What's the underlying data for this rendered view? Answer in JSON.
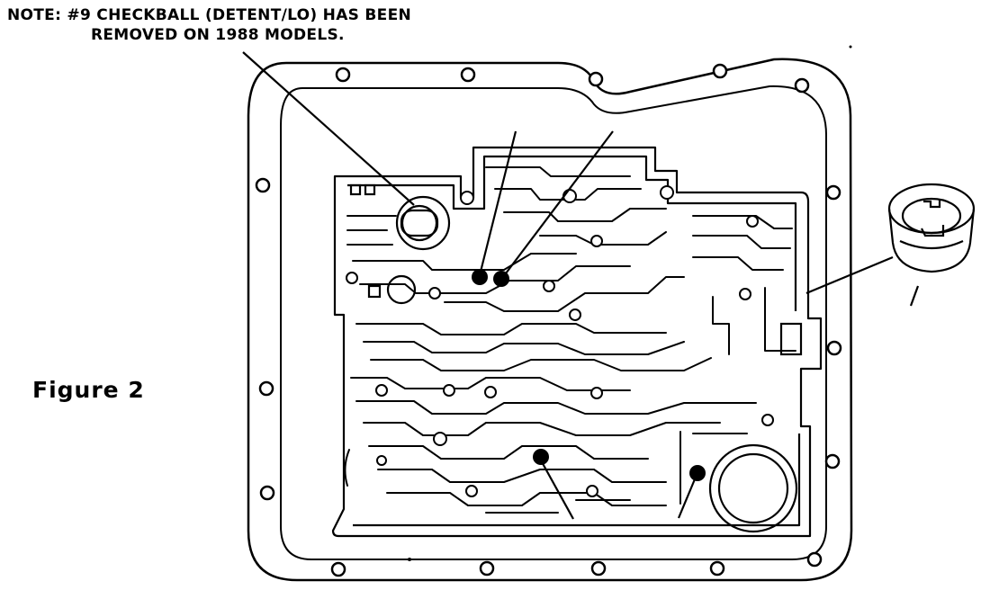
{
  "note": {
    "line1": "NOTE:  #9 CHECKBALL (DETENT/LO) HAS BEEN",
    "line2": "REMOVED ON 1988 MODELS."
  },
  "figure_label": "Figure  2",
  "colors": {
    "ink": "#000000",
    "paper": "#ffffff"
  }
}
